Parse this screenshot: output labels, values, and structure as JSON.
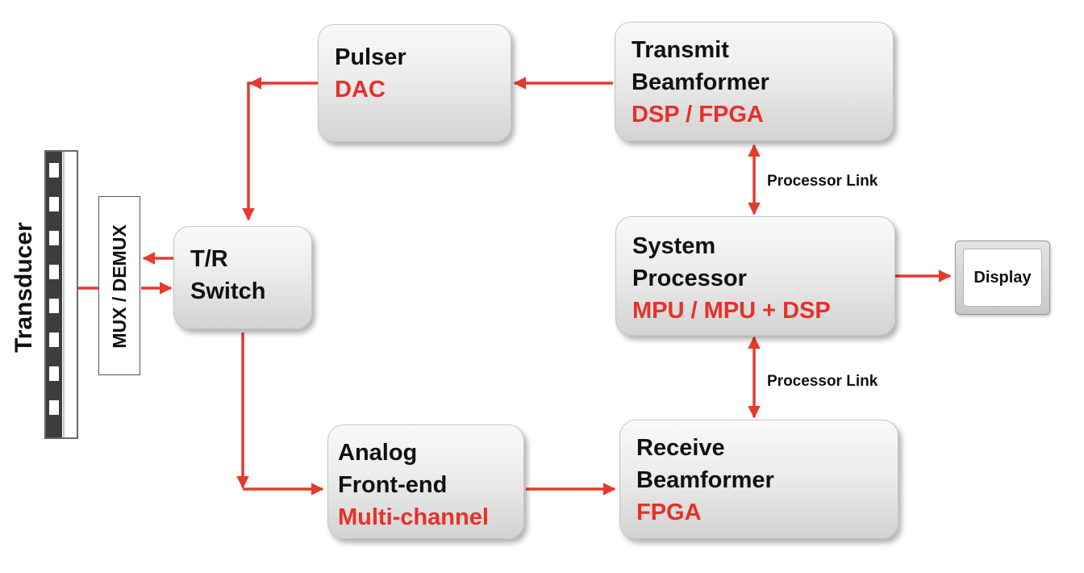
{
  "blocks": {
    "pulser": {
      "title": "Pulser",
      "subtitle": "DAC"
    },
    "transmit_beamformer": {
      "title_line1": "Transmit",
      "title_line2": "Beamformer",
      "subtitle": "DSP / FPGA"
    },
    "tr_switch": {
      "title_line1": "T/R",
      "title_line2": "Switch"
    },
    "system_processor": {
      "title_line1": "System",
      "title_line2": "Processor",
      "subtitle": "MPU / MPU + DSP"
    },
    "analog_front_end": {
      "title_line1": "Analog",
      "title_line2": "Front-end",
      "subtitle": "Multi-channel"
    },
    "receive_beamformer": {
      "title_line1": "Receive",
      "title_line2": "Beamformer",
      "subtitle": "FPGA"
    }
  },
  "links": {
    "upper": "Processor Link",
    "lower": "Processor Link"
  },
  "mux_label": "MUX / DEMUX",
  "transducer_label": "Transducer",
  "display_label": "Display",
  "colors": {
    "accent_red": "#e8302a",
    "text": "#111111"
  }
}
